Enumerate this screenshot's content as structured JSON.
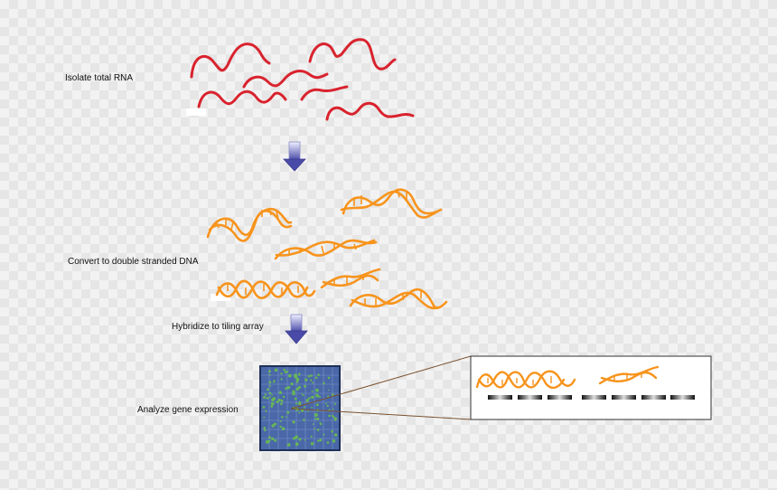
{
  "steps": {
    "isolate": "Isolate total RNA",
    "convert": "Convert to double stranded DNA",
    "hybridize": "Hybridize to tiling array",
    "analyze": "Analyze gene expression"
  },
  "colors": {
    "rna": "#d9232e",
    "dna": "#f7941d",
    "array": "#4a68a8",
    "spots": "#6cc24a",
    "arrow_top": "#e8e8ff",
    "arrow_bottom": "#4a4aa8"
  }
}
